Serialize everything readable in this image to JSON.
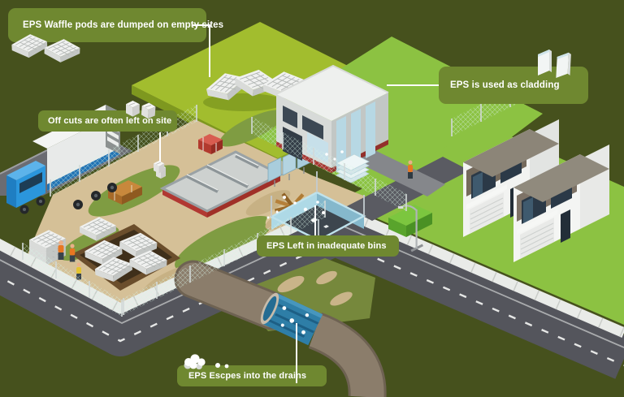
{
  "infographic": {
    "background_color": "#46511d",
    "callout_style": {
      "bg_color": "#6f8830",
      "text_color": "#ffffff"
    },
    "callouts": {
      "waffle_pods": {
        "text": "EPS Waffle pods are dumped on empty sites",
        "icon": "waffle-pod-icon"
      },
      "off_cuts": {
        "text": "Off cuts are often left on site",
        "icon": "offcut-block-icon"
      },
      "cladding": {
        "text": "EPS is used as cladding",
        "icon": "cladding-panel-icon"
      },
      "bins": {
        "text": "EPS Left in inadequate bins"
      },
      "drains": {
        "text": "EPS Escpes into the drains",
        "icon": "eps-beads-icon"
      }
    },
    "scene_colors": {
      "empty_site_green": "#a2bd2e",
      "lawn_green": "#8cc242",
      "site_sand": "#d5c097",
      "road_gray": "#54555c",
      "sidewalk_white": "#e9ebe8",
      "drain_water_blue": "#2e7ea7",
      "pipe_brown": "#8b7d6b",
      "truck_blue": "#2b96dc",
      "bin_liner_blue": "#a7d8e6",
      "pit_soil_brown": "#6b4e2c"
    }
  }
}
